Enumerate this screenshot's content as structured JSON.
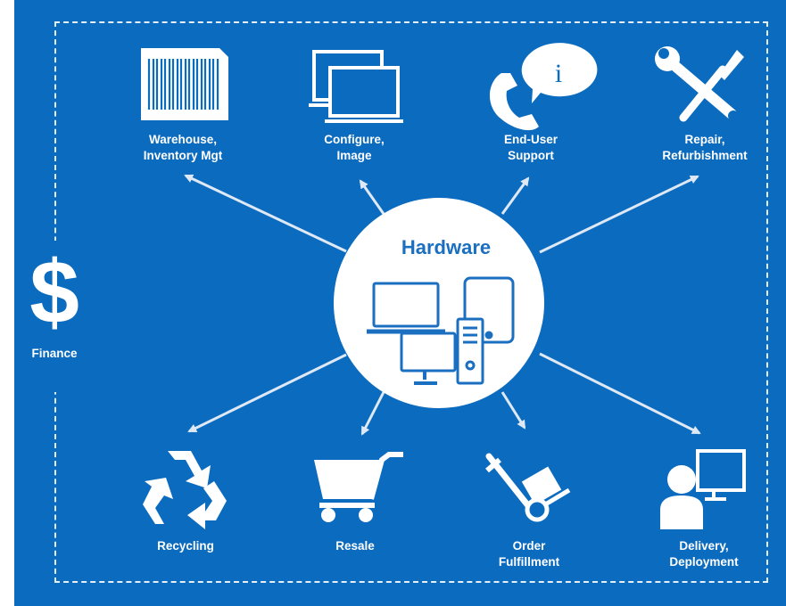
{
  "hub": {
    "title": "Hardware"
  },
  "colors": {
    "background": "#0b6bbf",
    "foreground": "#ffffff",
    "hub_text": "#1b6fc0"
  },
  "nodes": [
    {
      "id": "warehouse",
      "icon": "barcode-icon",
      "lines": [
        "Warehouse,",
        "Inventory Mgt"
      ]
    },
    {
      "id": "configure",
      "icon": "monitors-icon",
      "lines": [
        "Configure,",
        "Image"
      ]
    },
    {
      "id": "support",
      "icon": "phone-info-icon",
      "lines": [
        "End-User",
        "Support"
      ]
    },
    {
      "id": "repair",
      "icon": "tools-icon",
      "lines": [
        "Repair,",
        "Refurbishment"
      ]
    },
    {
      "id": "recycling",
      "icon": "recycle-icon",
      "lines": [
        "Recycling"
      ]
    },
    {
      "id": "resale",
      "icon": "cart-icon",
      "lines": [
        "Resale"
      ]
    },
    {
      "id": "order",
      "icon": "hand-truck-icon",
      "lines": [
        "Order",
        "Fulfillment"
      ]
    },
    {
      "id": "delivery",
      "icon": "technician-icon",
      "lines": [
        "Delivery,",
        "Deployment"
      ]
    }
  ],
  "finance": {
    "icon": "dollar-icon",
    "label": "Finance"
  }
}
